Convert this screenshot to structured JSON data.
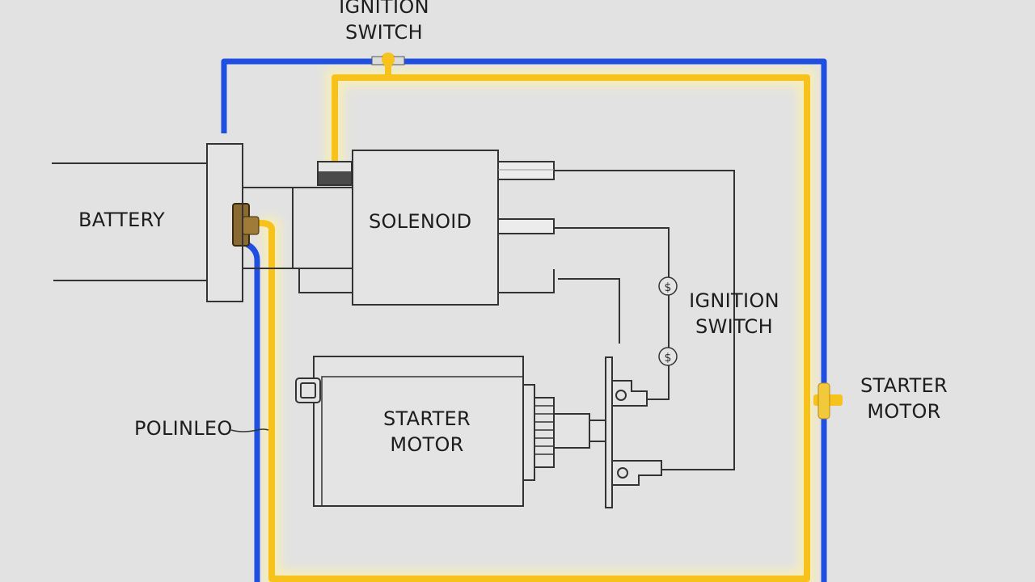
{
  "labels": {
    "ignition_top": [
      "IGNITION",
      "SWITCH"
    ],
    "battery": "BATTERY",
    "solenoid": "SOLENOID",
    "ignition_right": [
      "IGNITION",
      "SWITCH"
    ],
    "starter_right": [
      "STARTER",
      "MOTOR"
    ],
    "starter_motor": [
      "STARTER",
      "MOTOR"
    ],
    "polinleo": "POLINLEO"
  },
  "colors": {
    "background": "#e2e2e2",
    "blue_wire": "#1f4fe0",
    "yellow_wire": "#f7c21b",
    "line": "#333333",
    "connector_brown": "#7a5a2a"
  },
  "icons": {
    "switch_glyph": "dollar-like-switch-icon"
  }
}
